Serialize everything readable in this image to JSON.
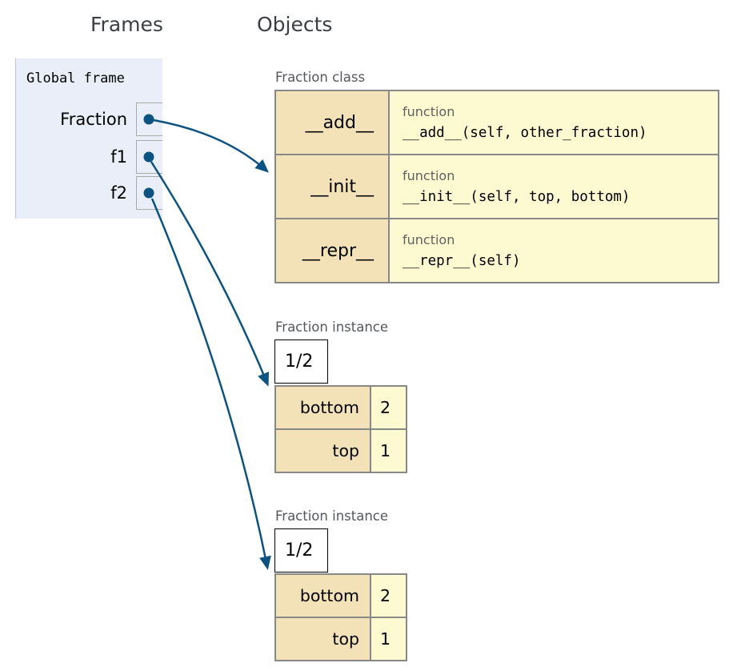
{
  "headings": {
    "frames": "Frames",
    "objects": "Objects"
  },
  "global_frame": {
    "title": "Global frame",
    "variables": [
      {
        "name": "Fraction"
      },
      {
        "name": "f1"
      },
      {
        "name": "f2"
      }
    ]
  },
  "fraction_class": {
    "label": "Fraction class",
    "rows": [
      {
        "key": "__add__",
        "type_label": "function",
        "signature": "__add__(self, other_fraction)"
      },
      {
        "key": "__init__",
        "type_label": "function",
        "signature": "__init__(self, top, bottom)"
      },
      {
        "key": "__repr__",
        "type_label": "function",
        "signature": "__repr__(self)"
      }
    ]
  },
  "instances": [
    {
      "label": "Fraction instance",
      "repr": "1/2",
      "fields": [
        {
          "key": "bottom",
          "value": "2"
        },
        {
          "key": "top",
          "value": "1"
        }
      ]
    },
    {
      "label": "Fraction instance",
      "repr": "1/2",
      "fields": [
        {
          "key": "bottom",
          "value": "2"
        },
        {
          "key": "top",
          "value": "1"
        }
      ]
    }
  ],
  "colors": {
    "pointer_blue": "#0d5382",
    "frame_bg": "#e9eef8",
    "attr_key_bg": "#f3e2b8",
    "attr_val_bg": "#fdfad2",
    "table_border": "#888888",
    "label_gray": "#54585e",
    "function_gray": "#5f5f5f"
  }
}
